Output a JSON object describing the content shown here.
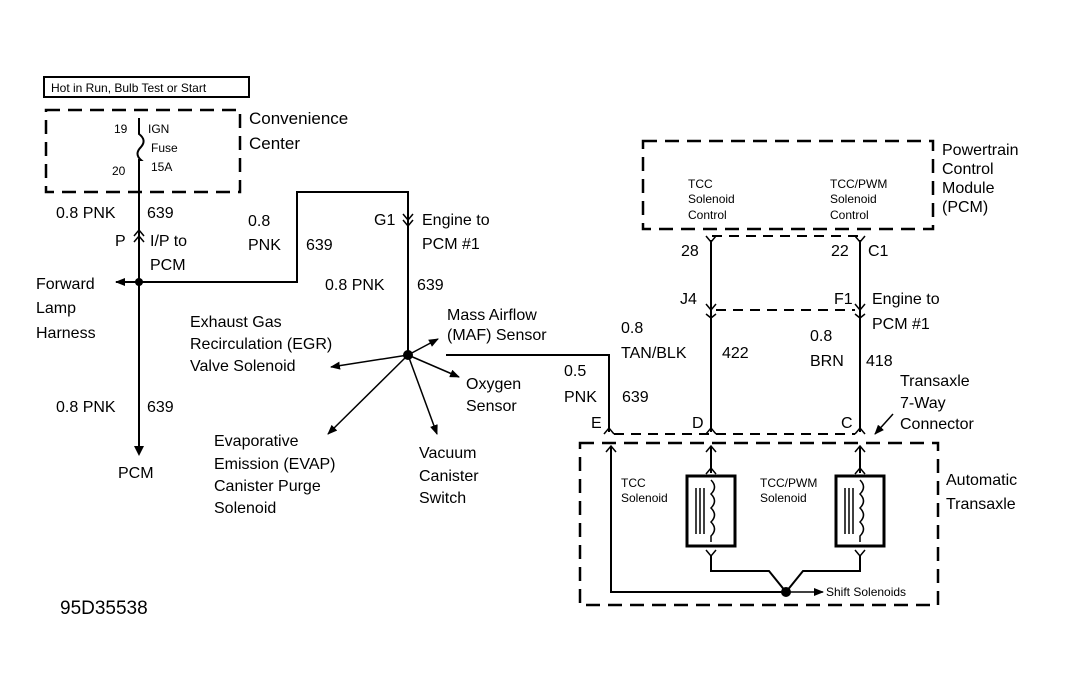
{
  "diagram": {
    "figure_id": "95D35538",
    "power_label": "Hot in Run, Bulb Test or Start",
    "convenience_center": {
      "name_line1": "Convenience",
      "name_line2": "Center",
      "pin_top": "19",
      "pin_bottom": "20",
      "fuse_line1": "IGN",
      "fuse_line2": "Fuse",
      "fuse_line3": "15A"
    },
    "left_wire": {
      "gauge_color": "0.8 PNK",
      "circuit": "639",
      "connector_pin": "P",
      "connector_line1": "I/P to",
      "connector_line2": "PCM",
      "branch_line1": "Forward",
      "branch_line2": "Lamp",
      "branch_line3": "Harness",
      "lower_gauge_color": "0.8 PNK",
      "lower_circuit": "639",
      "destination": "PCM"
    },
    "middle_wire": {
      "top_gauge": "0.8",
      "top_color": "PNK",
      "top_circuit": "639",
      "connector_pin": "G1",
      "connector_line1": "Engine to",
      "connector_line2": "PCM #1",
      "gauge_color": "0.8 PNK",
      "circuit": "639"
    },
    "splice_branches": {
      "maf_line1": "Mass Airflow",
      "maf_line2": "(MAF) Sensor",
      "egr_line1": "Exhaust Gas",
      "egr_line2": "Recirculation (EGR)",
      "egr_line3": "Valve Solenoid",
      "o2_line1": "Oxygen",
      "o2_line2": "Sensor",
      "evap_line1": "Evaporative",
      "evap_line2": "Emission (EVAP)",
      "evap_line3": "Canister Purge",
      "evap_line4": "Solenoid",
      "vac_line1": "Vacuum",
      "vac_line2": "Canister",
      "vac_line3": "Switch"
    },
    "pcm": {
      "name_line1": "Powertrain",
      "name_line2": "Control",
      "name_line3": "Module",
      "name_line4": "(PCM)",
      "ctrl1_line1": "TCC",
      "ctrl1_line2": "Solenoid",
      "ctrl1_line3": "Control",
      "ctrl2_line1": "TCC/PWM",
      "ctrl2_line2": "Solenoid",
      "ctrl2_line3": "Control",
      "pin1": "28",
      "pin2": "22",
      "connector": "C1"
    },
    "engine_connector": {
      "pin1": "J4",
      "pin2": "F1",
      "name_line1": "Engine to",
      "name_line2": "PCM #1"
    },
    "tcc_wire": {
      "gauge": "0.8",
      "color": "TAN/BLK",
      "circuit": "422"
    },
    "pwm_wire": {
      "gauge": "0.8",
      "color": "BRN",
      "circuit": "418"
    },
    "feed_wire": {
      "gauge": "0.5",
      "color": "PNK",
      "circuit": "639"
    },
    "transaxle_connector": {
      "pin_e": "E",
      "pin_d": "D",
      "pin_c": "C",
      "name_line1": "Transaxle",
      "name_line2": "7-Way",
      "name_line3": "Connector"
    },
    "transaxle": {
      "name_line1": "Automatic",
      "name_line2": "Transaxle",
      "sol1_line1": "TCC",
      "sol1_line2": "Solenoid",
      "sol2_line1": "TCC/PWM",
      "sol2_line2": "Solenoid",
      "shift": "Shift Solenoids"
    }
  }
}
